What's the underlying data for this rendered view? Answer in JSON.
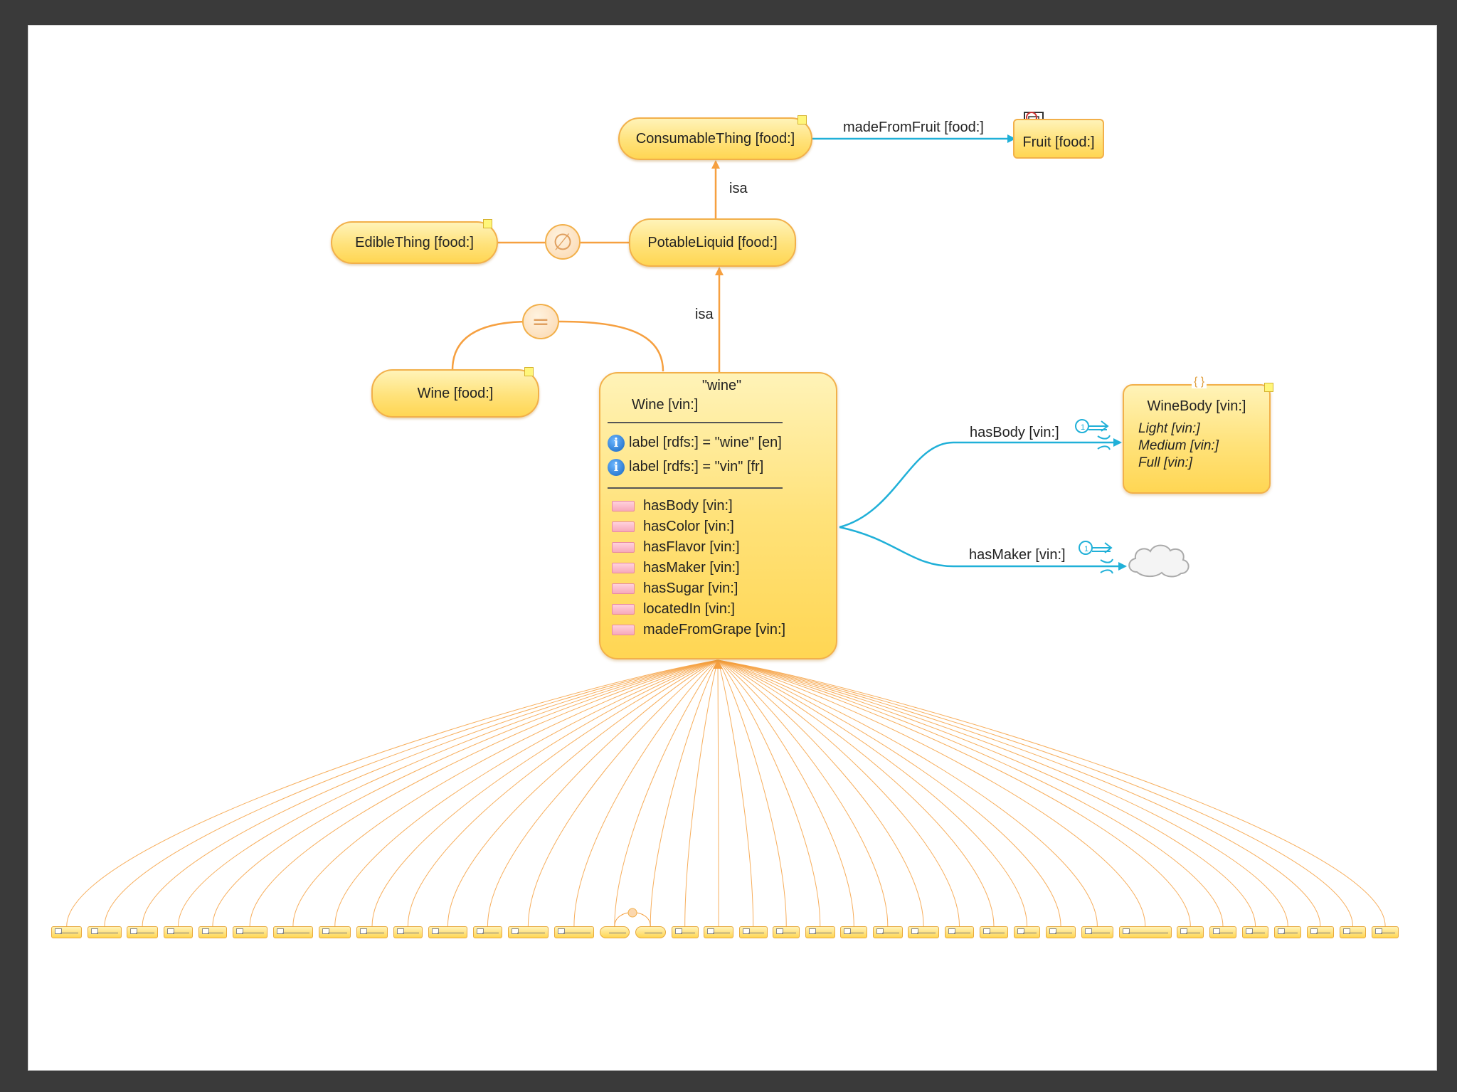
{
  "nodes": {
    "consumable": "ConsumableThing [food:]",
    "fruit": "Fruit [food:]",
    "edible": "EdibleThing [food:]",
    "potable": "PotableLiquid [food:]",
    "wine_food": "Wine [food:]",
    "winebody": "WineBody [vin:]"
  },
  "edges": {
    "made_from_fruit": "madeFromFruit [food:]",
    "isa_upper": "isa",
    "isa_lower": "isa",
    "has_body": "hasBody [vin:]",
    "has_maker": "hasMaker [vin:]",
    "cardinality_body": "1",
    "cardinality_maker": "1"
  },
  "wine": {
    "title": "\"wine\"",
    "name": "Wine [vin:]",
    "annotations": [
      "label [rdfs:] = \"wine\" [en]",
      "label [rdfs:] = \"vin\" [fr]"
    ],
    "properties": [
      "hasBody [vin:]",
      "hasColor [vin:]",
      "hasFlavor [vin:]",
      "hasMaker [vin:]",
      "hasSugar [vin:]",
      "locatedIn [vin:]",
      "madeFromGrape [vin:]"
    ]
  },
  "winebody_values": [
    "Light [vin:]",
    "Medium [vin:]",
    "Full [vin:]"
  ],
  "symbols": {
    "disjoint": "∅",
    "equivalent": "=",
    "info": "i",
    "oneof": "{ }"
  },
  "colors": {
    "node_fill": "#ffd653",
    "node_border": "#f2b04a",
    "isa_edge": "#f6a040",
    "property_edge": "#20b0d8"
  },
  "subclass_count": 37
}
